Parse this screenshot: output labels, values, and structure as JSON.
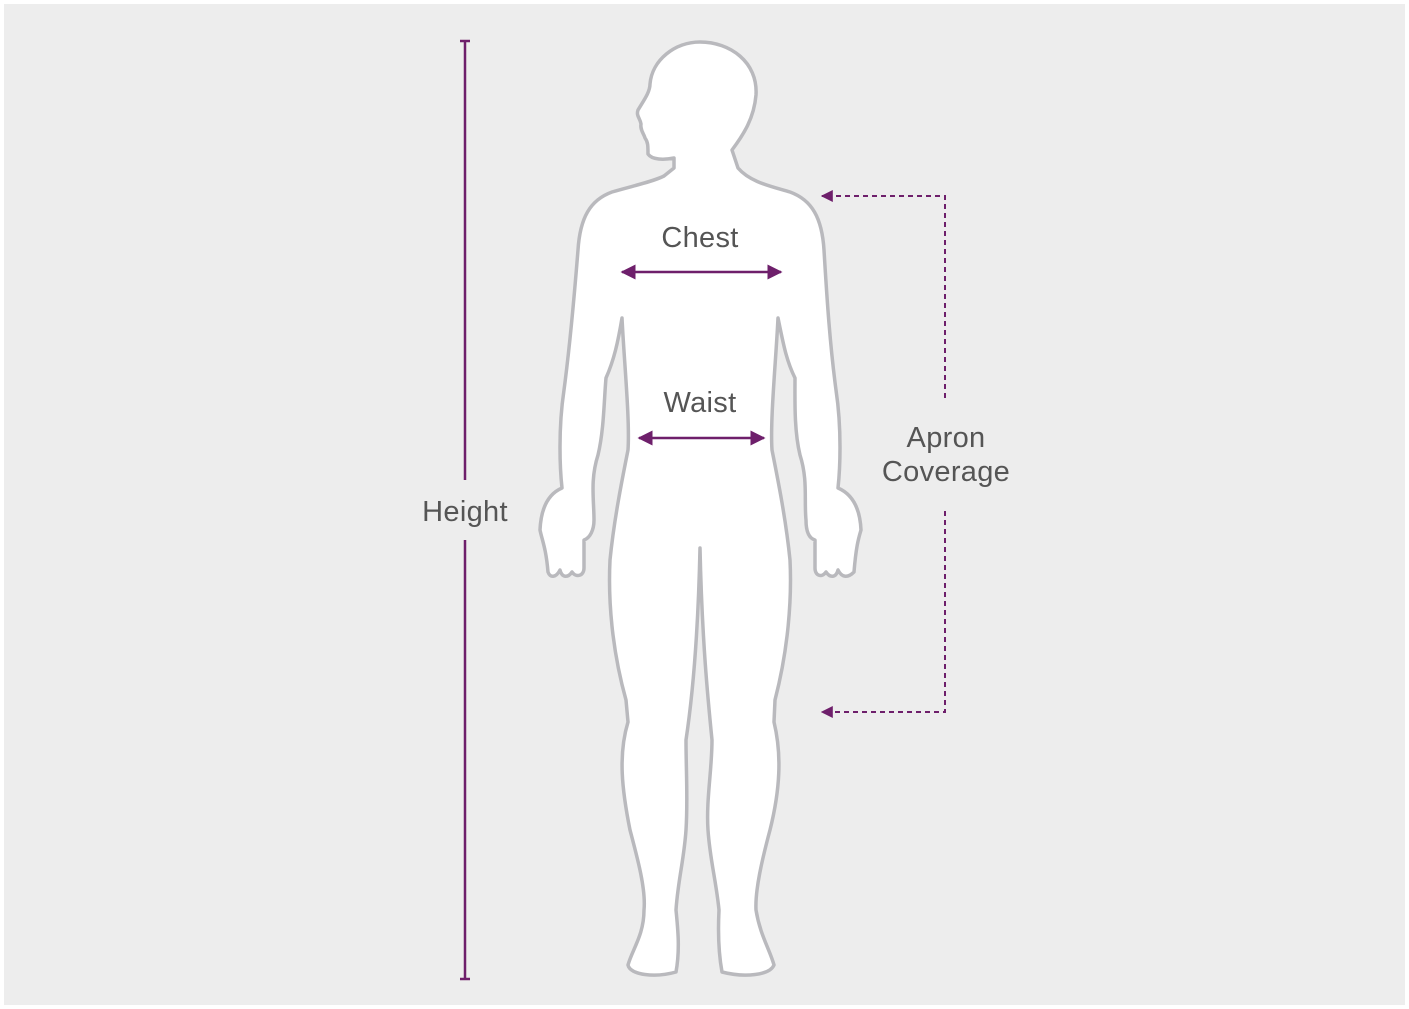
{
  "diagram": {
    "labels": {
      "height": "Height",
      "chest": "Chest",
      "waist": "Waist",
      "apron_line1": "Apron",
      "apron_line2": "Coverage"
    },
    "colors": {
      "background": "#ededed",
      "accent": "#6e1f6b",
      "outline": "#b9b9bd",
      "body_fill": "#ffffff",
      "text": "#555555"
    }
  }
}
